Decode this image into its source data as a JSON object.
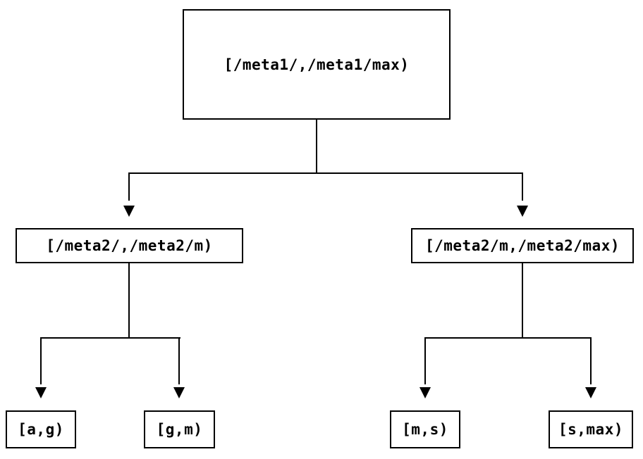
{
  "diagram_type": "interval-partition-tree",
  "colors": {
    "line": "#000000",
    "box_border": "#000000",
    "text": "#000000",
    "background": "#ffffff"
  },
  "nodes": {
    "root": {
      "label": "[/meta1/,/meta1/max)"
    },
    "meta2_low": {
      "label": "[/meta2/,/meta2/m)"
    },
    "meta2_high": {
      "label": "[/meta2/m,/meta2/max)"
    },
    "leaf_ag": {
      "label": "[a,g)"
    },
    "leaf_gm": {
      "label": "[g,m)"
    },
    "leaf_ms": {
      "label": "[m,s)"
    },
    "leaf_smax": {
      "label": "[s,max)"
    }
  },
  "edges": [
    {
      "from": "root",
      "to": "meta2_low"
    },
    {
      "from": "root",
      "to": "meta2_high"
    },
    {
      "from": "meta2_low",
      "to": "leaf_ag"
    },
    {
      "from": "meta2_low",
      "to": "leaf_gm"
    },
    {
      "from": "meta2_high",
      "to": "leaf_ms"
    },
    {
      "from": "meta2_high",
      "to": "leaf_smax"
    }
  ]
}
